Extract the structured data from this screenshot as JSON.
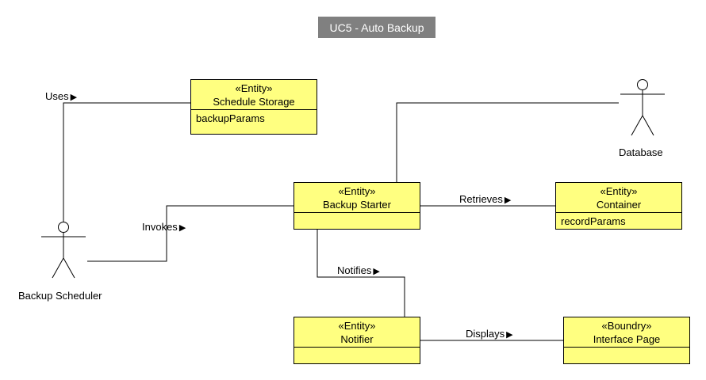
{
  "diagram": {
    "title": "UC5 - Auto Backup",
    "classes": {
      "schedule_storage": {
        "stereotype": "«Entity»",
        "name": "Schedule Storage",
        "attribute": "backupParams"
      },
      "backup_starter": {
        "stereotype": "«Entity»",
        "name": "Backup Starter",
        "attribute": ""
      },
      "container": {
        "stereotype": "«Entity»",
        "name": "Container",
        "attribute": "recordParams"
      },
      "notifier": {
        "stereotype": "«Entity»",
        "name": "Notifier",
        "attribute": ""
      },
      "interface_page": {
        "stereotype": "«Boundry»",
        "name": "Interface Page",
        "attribute": ""
      }
    },
    "actors": {
      "database": "Database",
      "backup_scheduler": "Backup Scheduler"
    },
    "associations": {
      "uses": "Uses",
      "invokes": "Invokes",
      "retrieves": "Retrieves",
      "notifies": "Notifies",
      "displays": "Displays"
    },
    "direction_glyph": "▶",
    "colors": {
      "class_fill": "#ffff80",
      "title_fill": "#808080",
      "line": "#000000"
    }
  }
}
